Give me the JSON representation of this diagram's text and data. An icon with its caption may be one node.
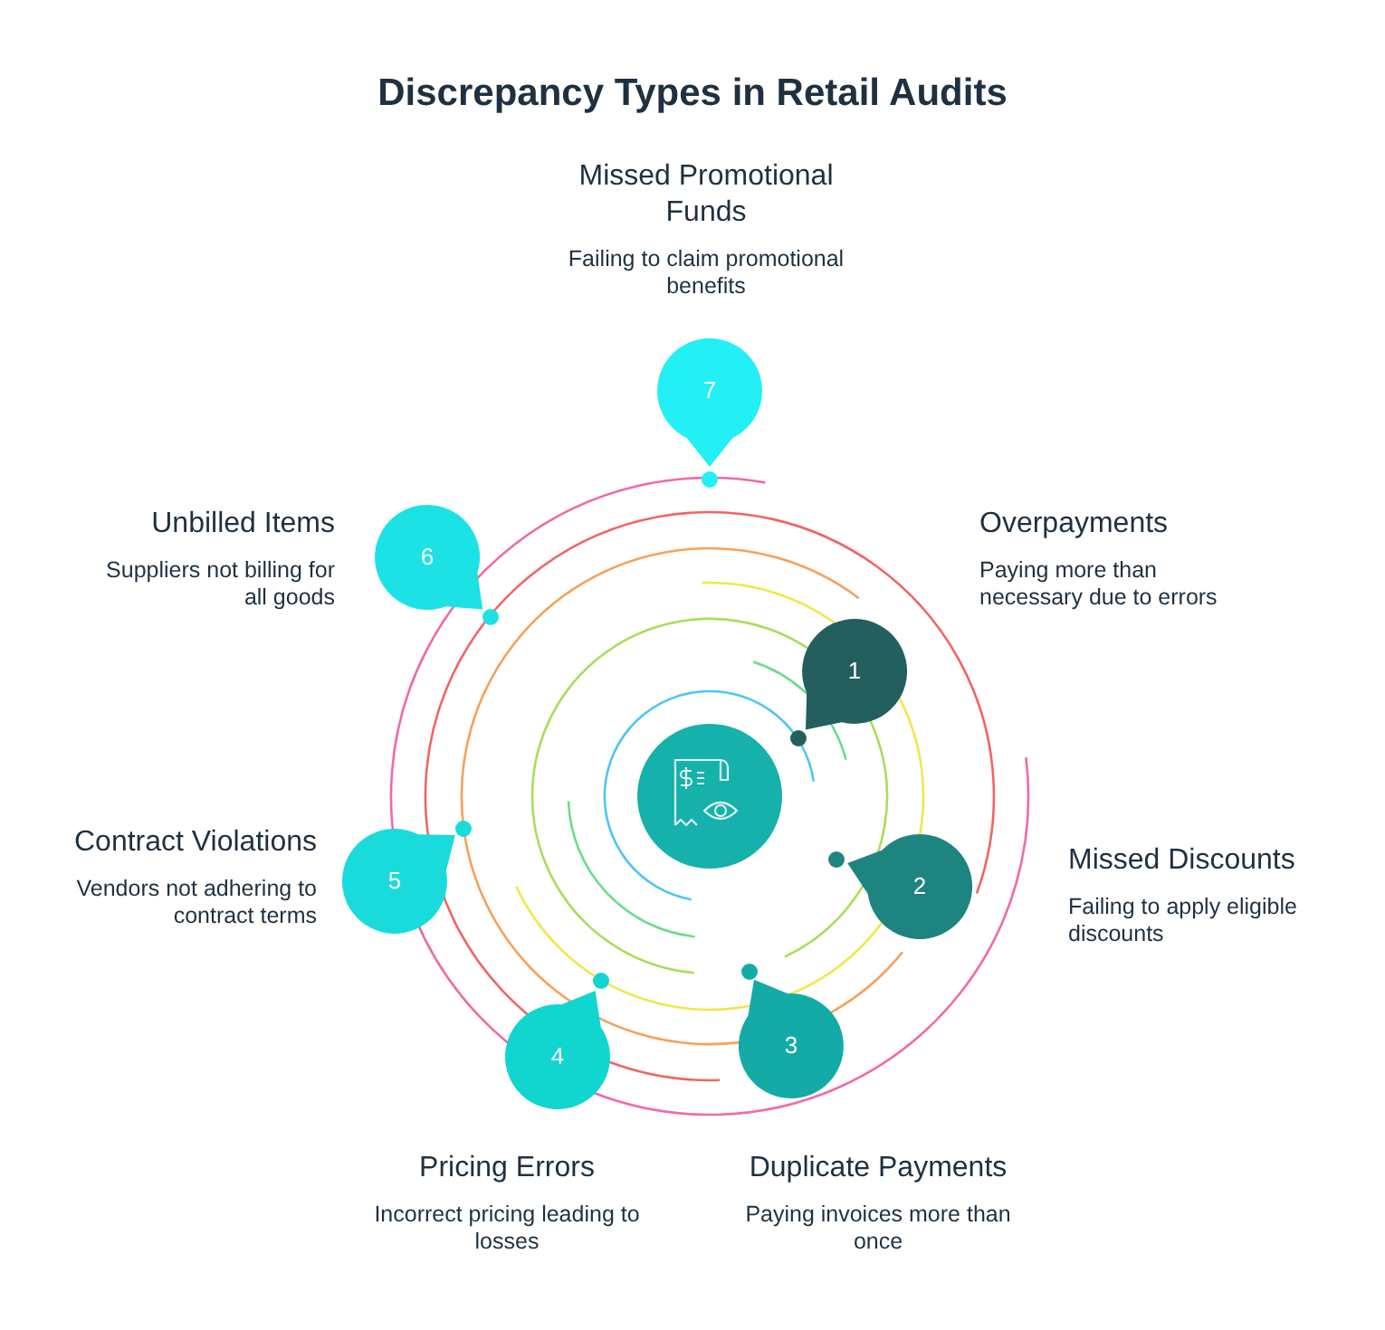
{
  "diagram": {
    "title": "Discrepancy Types in Retail Audits",
    "nodes": [
      {
        "text": [
          "Overpayments",
          "Paying more than necessary due to errors",
          "1"
        ]
      },
      {
        "text": [
          "Missed Discounts",
          "Failing to apply eligible discounts",
          "2"
        ]
      },
      {
        "text": [
          "3",
          "Duplicate Payments",
          "Paying invoices more than once"
        ]
      },
      {
        "text": [
          "4",
          "Pricing Errors",
          "Incorrect pricing leading to losses"
        ]
      },
      {
        "text": [
          "Contract Violations",
          "Vendors not adhering to contract terms",
          "5"
        ]
      },
      {
        "text": [
          "Unbilled Items",
          "Suppliers not billing for all goods",
          "6"
        ]
      },
      {
        "text": [
          "Missed Promotional Funds",
          "Failing to claim promotional benefits",
          "7"
        ]
      },
      {
        "text": [],
        "shape": "circle"
      }
    ]
  }
}
